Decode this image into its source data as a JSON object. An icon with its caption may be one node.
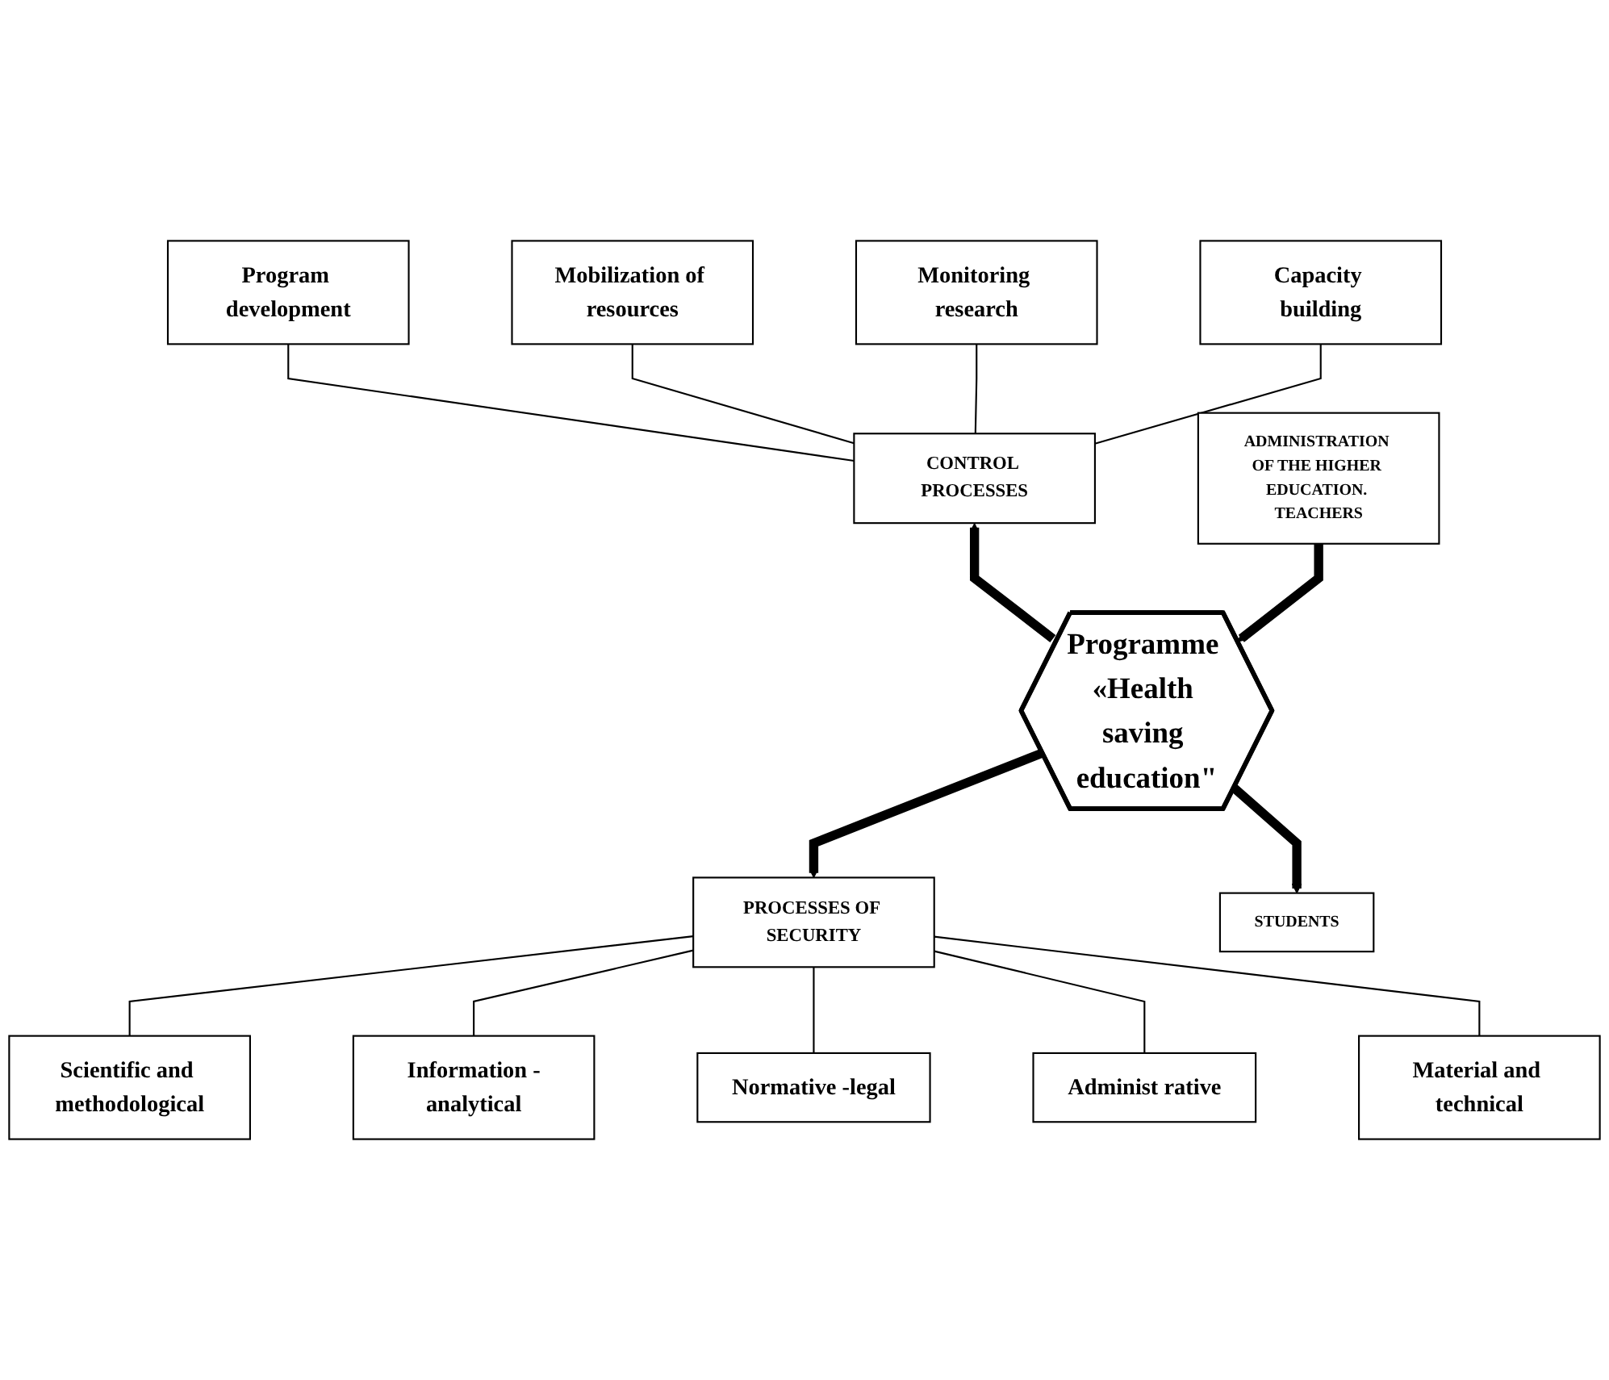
{
  "diagram": {
    "nodes": [
      {
        "text": [
          "Program development"
        ]
      },
      {
        "text": [
          "Mobilization of resources"
        ]
      },
      {
        "text": [
          "Monitoring research"
        ]
      },
      {
        "text": [
          "Capacity building"
        ]
      },
      {
        "text": [
          "CONTROL PROCESSES"
        ]
      },
      {
        "text": [
          "ADMINISTRATION OF THE HIGHER EDUCATION. TEACHERS"
        ]
      },
      {
        "text": [
          "Programme «Health saving education\""
        ]
      },
      {
        "text": [
          "STUDENTS"
        ]
      },
      {
        "text": [
          "PROCESSES OF SECURITY"
        ]
      },
      {
        "text": [
          "Scientific and methodological"
        ]
      },
      {
        "text": [
          "Information -analytical"
        ]
      },
      {
        "text": [
          "Normative -legal"
        ]
      },
      {
        "text": [
          "Administ rative"
        ]
      },
      {
        "text": [
          "Material and technical"
        ]
      }
    ],
    "edges": [
      {
        "from": 0,
        "to": 4,
        "arrow": "none"
      },
      {
        "from": 1,
        "to": 4,
        "arrow": "none"
      },
      {
        "from": 2,
        "to": 4,
        "arrow": "none"
      },
      {
        "from": 3,
        "to": 4,
        "arrow": "none"
      },
      {
        "from": 6,
        "to": 4,
        "arrow": "to",
        "style": "thick"
      },
      {
        "from": 5,
        "to": 6,
        "arrow": "to",
        "style": "thick"
      },
      {
        "from": 6,
        "to": 7,
        "arrow": "to",
        "style": "thick"
      },
      {
        "from": 6,
        "to": 8,
        "arrow": "to",
        "style": "thick"
      },
      {
        "from": 8,
        "to": 9,
        "arrow": "none"
      },
      {
        "from": 8,
        "to": 10,
        "arrow": "none"
      },
      {
        "from": 8,
        "to": 11,
        "arrow": "none"
      },
      {
        "from": 8,
        "to": 12,
        "arrow": "none"
      },
      {
        "from": 8,
        "to": 13,
        "arrow": "none"
      }
    ]
  }
}
